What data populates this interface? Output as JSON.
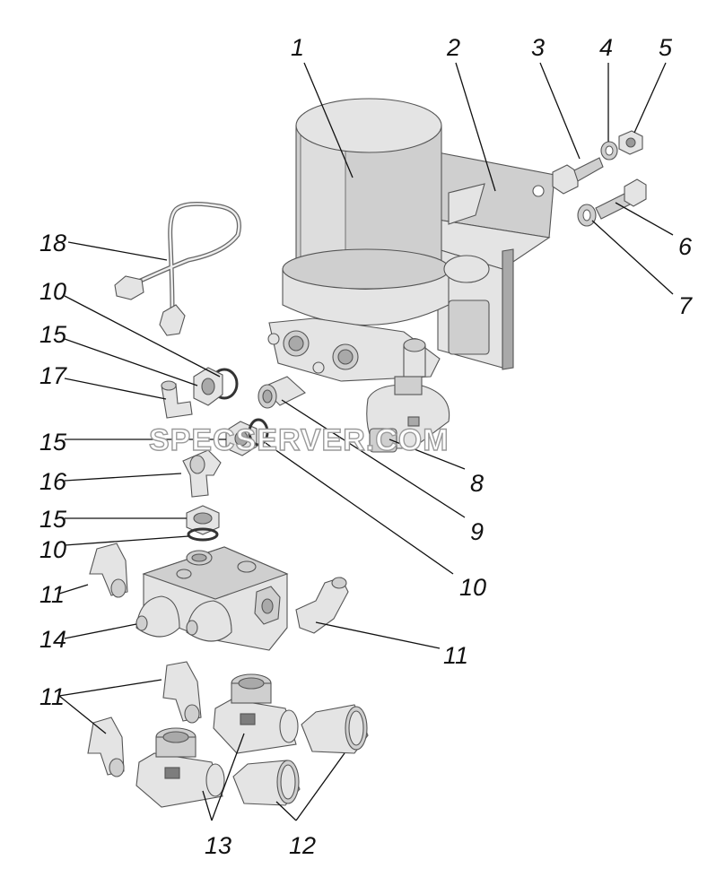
{
  "watermark": "SPECSERVER.COM",
  "labels": [
    {
      "id": "1",
      "text": "1"
    },
    {
      "id": "2",
      "text": "2"
    },
    {
      "id": "3",
      "text": "3"
    },
    {
      "id": "4",
      "text": "4"
    },
    {
      "id": "5",
      "text": "5"
    },
    {
      "id": "6",
      "text": "6"
    },
    {
      "id": "7",
      "text": "7"
    },
    {
      "id": "8",
      "text": "8"
    },
    {
      "id": "9",
      "text": "9"
    },
    {
      "id": "10a",
      "text": "10"
    },
    {
      "id": "10b",
      "text": "10"
    },
    {
      "id": "10c",
      "text": "10"
    },
    {
      "id": "11a",
      "text": "11"
    },
    {
      "id": "11b",
      "text": "11"
    },
    {
      "id": "11c",
      "text": "11"
    },
    {
      "id": "12",
      "text": "12"
    },
    {
      "id": "13",
      "text": "13"
    },
    {
      "id": "14",
      "text": "14"
    },
    {
      "id": "15a",
      "text": "15"
    },
    {
      "id": "15b",
      "text": "15"
    },
    {
      "id": "15c",
      "text": "15"
    },
    {
      "id": "16",
      "text": "16"
    },
    {
      "id": "17",
      "text": "17"
    },
    {
      "id": "18",
      "text": "18"
    }
  ]
}
